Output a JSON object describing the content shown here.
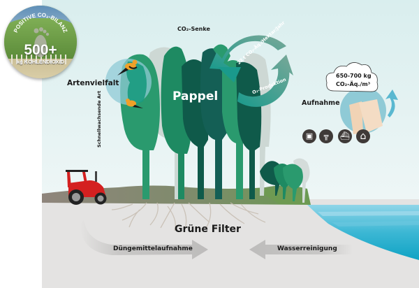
{
  "badge": {
    "arc_text": "POSITIVE CO₂-BILANZ",
    "value": "500+",
    "unit": "kg KOHLENDIOXID",
    "icon": "footprint-icon"
  },
  "labels": {
    "co2_sink": "CO₂-Senke",
    "biodiversity": "Artenvielfalt",
    "tree_name": "Pappel",
    "fast_growing": "Schnellwachsende Art",
    "cycle_top": "22 t CO₂-Äq./Hektar/Jahr",
    "cycle_bottom": "O₂-Produktion",
    "absorption": "Aufnahme",
    "cloud_line1": "650-700 kg",
    "cloud_line2": "CO₂-Äq./m³",
    "green_filter": "Grüne Filter",
    "fertilizer": "Düngemittelaufnahme",
    "water": "Wasserreinigung"
  },
  "use_icons": [
    {
      "name": "caravan-icon",
      "glyph": "▣"
    },
    {
      "name": "bench-icon",
      "glyph": "╦"
    },
    {
      "name": "boat-icon",
      "glyph": "⛴"
    },
    {
      "name": "house-icon",
      "glyph": "⌂"
    }
  ],
  "colors": {
    "sky": "#e6f2f2",
    "ground": "#e4e3e2",
    "hill": "#8f8a7a",
    "grass": "#6e9a52",
    "tree_dark": "#0f5a4a",
    "tree_mid": "#1e8a62",
    "tree_light": "#2a9a6e",
    "cycle_arrow": "#2e8c82",
    "biodiversity_circle": "#8fcad6",
    "water": "#35b6d3",
    "tractor": "#d42020",
    "wood": "#f1d3b5"
  }
}
